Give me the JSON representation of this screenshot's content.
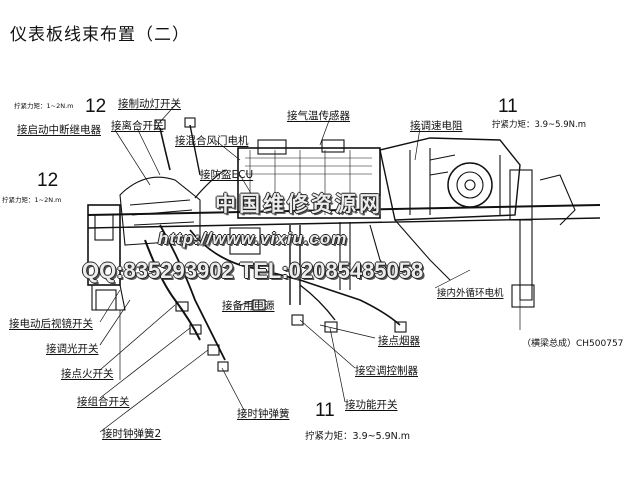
{
  "title": "仪表板线束布置（二）",
  "labels": {
    "brake_light_switch": "接制动灯开关",
    "start_relay": "接启动中断继电器",
    "clutch_switch": "接离合开关",
    "mix_door_motor": "接混合风门电机",
    "anti_theft_ecu": "接防盗ECU",
    "air_temp_sensor": "接气温传感器",
    "speed_resistor": "接调速电阻",
    "inner_outer_motor": "接内外循环电机",
    "mirror_switch": "接电动后视镜开关",
    "dimmer_switch": "接调光开关",
    "cig_switch": "接点火开关",
    "combo_switch": "接组合开关",
    "spare_power": "接备用电源",
    "cigarette_lighter": "接点烟器",
    "ac_controller": "接空调控制器",
    "power_amp": "接功能开关",
    "clock_spring_1": "接时钟弹簧",
    "clock_spring_2": "接时钟弹簧2",
    "model_ref": "（横梁总成）CH500757"
  },
  "callouts": {
    "n12_top": "12",
    "n12_left": "12",
    "n11_top": "11",
    "n11_bottom": "11"
  },
  "torque": {
    "top_left": "拧紧力矩：1~2N.m",
    "left": "拧紧力矩：1~2N.m",
    "top_right": "拧紧力矩：3.9~5.9N.m",
    "bottom": "拧紧力矩：3.9~5.9N.m"
  },
  "watermark": {
    "line1": "中国维修资源网",
    "line2": "http://www.vixiu.com",
    "line3": "QQ:835293902 TEL:02085485058"
  }
}
